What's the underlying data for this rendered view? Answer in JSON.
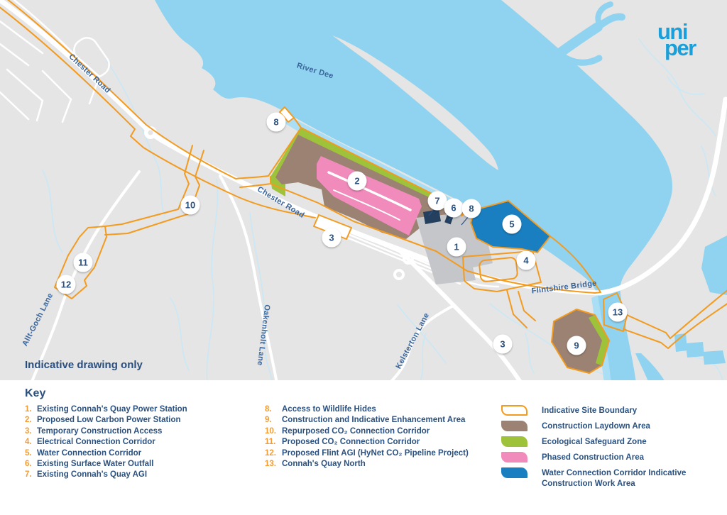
{
  "map": {
    "labels": {
      "river_dee": "River Dee",
      "chester_road": "Chester Road",
      "flintshire_bridge": "Flintshire Bridge",
      "allt_goch_lane": "Allt-Goch Lane",
      "oakenholt_lane": "Oakenholt Lane",
      "kelsterton_lane": "Kelsterton Lane",
      "note": "Indicative drawing only"
    },
    "logo": {
      "line1": "uni",
      "line2": "per"
    },
    "markers": [
      "8",
      "2",
      "10",
      "3",
      "7",
      "6",
      "8",
      "5",
      "1",
      "4",
      "11",
      "12",
      "13",
      "3",
      "9"
    ]
  },
  "key": {
    "title": "Key",
    "column1": [
      {
        "num": "1.",
        "label": "Existing Connah's Quay Power Station"
      },
      {
        "num": "2.",
        "label": "Proposed Low Carbon Power Station"
      },
      {
        "num": "3.",
        "label": "Temporary Construction Access"
      },
      {
        "num": "4.",
        "label": "Electrical Connection Corridor"
      },
      {
        "num": "5.",
        "label": "Water Connection Corridor"
      },
      {
        "num": "6.",
        "label": "Existing Surface Water Outfall"
      },
      {
        "num": "7.",
        "label": "Existing Connah's Quay AGI"
      }
    ],
    "column2": [
      {
        "num": "8.",
        "label": "Access to Wildlife Hides"
      },
      {
        "num": "9.",
        "label": "Construction and Indicative Enhancement Area"
      },
      {
        "num": "10.",
        "label": "Repurposed CO₂ Connection Corridor"
      },
      {
        "num": "11.",
        "label": "Proposed CO₂ Connection Corridor"
      },
      {
        "num": "12.",
        "label": "Proposed Flint AGI (HyNet CO₂ Pipeline Project)"
      },
      {
        "num": "13.",
        "label": "Connah's Quay North"
      }
    ],
    "legend": [
      {
        "label": "Indicative Site Boundary",
        "swatch": "#FFFFFF",
        "border": "#F39B20"
      },
      {
        "label": "Construction Laydown Area",
        "swatch": "#9B8273"
      },
      {
        "label": "Ecological Safeguard Zone",
        "swatch": "#9FC23B"
      },
      {
        "label": "Phased Construction Area",
        "swatch": "#F08BBB"
      },
      {
        "label": "Water Connection Corridor Indicative Construction Work Area",
        "swatch": "#1A7FC1"
      }
    ]
  },
  "colors": {
    "land_grey": "#E4E5E4",
    "river_blue": "#8FD3F0",
    "shallow_blue": "#A9DEF5",
    "site_boundary_orange": "#F39B20",
    "construction_laydown_brown": "#9B8273",
    "ecological_green": "#9FC23B",
    "phased_pink": "#F08BBB",
    "water_corridor_blue": "#1A7FC1",
    "station_grey": "#C5C6C9",
    "navy_text": "#2B5180",
    "key_number_orange": "#F59B32",
    "uniper_blue": "#199FD9"
  }
}
